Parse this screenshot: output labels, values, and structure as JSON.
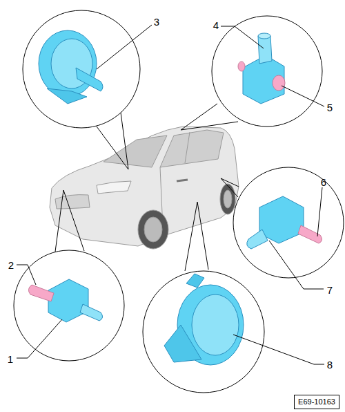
{
  "diagram": {
    "labels": [
      "3",
      "4",
      "5",
      "2",
      "6",
      "7",
      "1",
      "8",
      "E69-10163"
    ]
  }
}
